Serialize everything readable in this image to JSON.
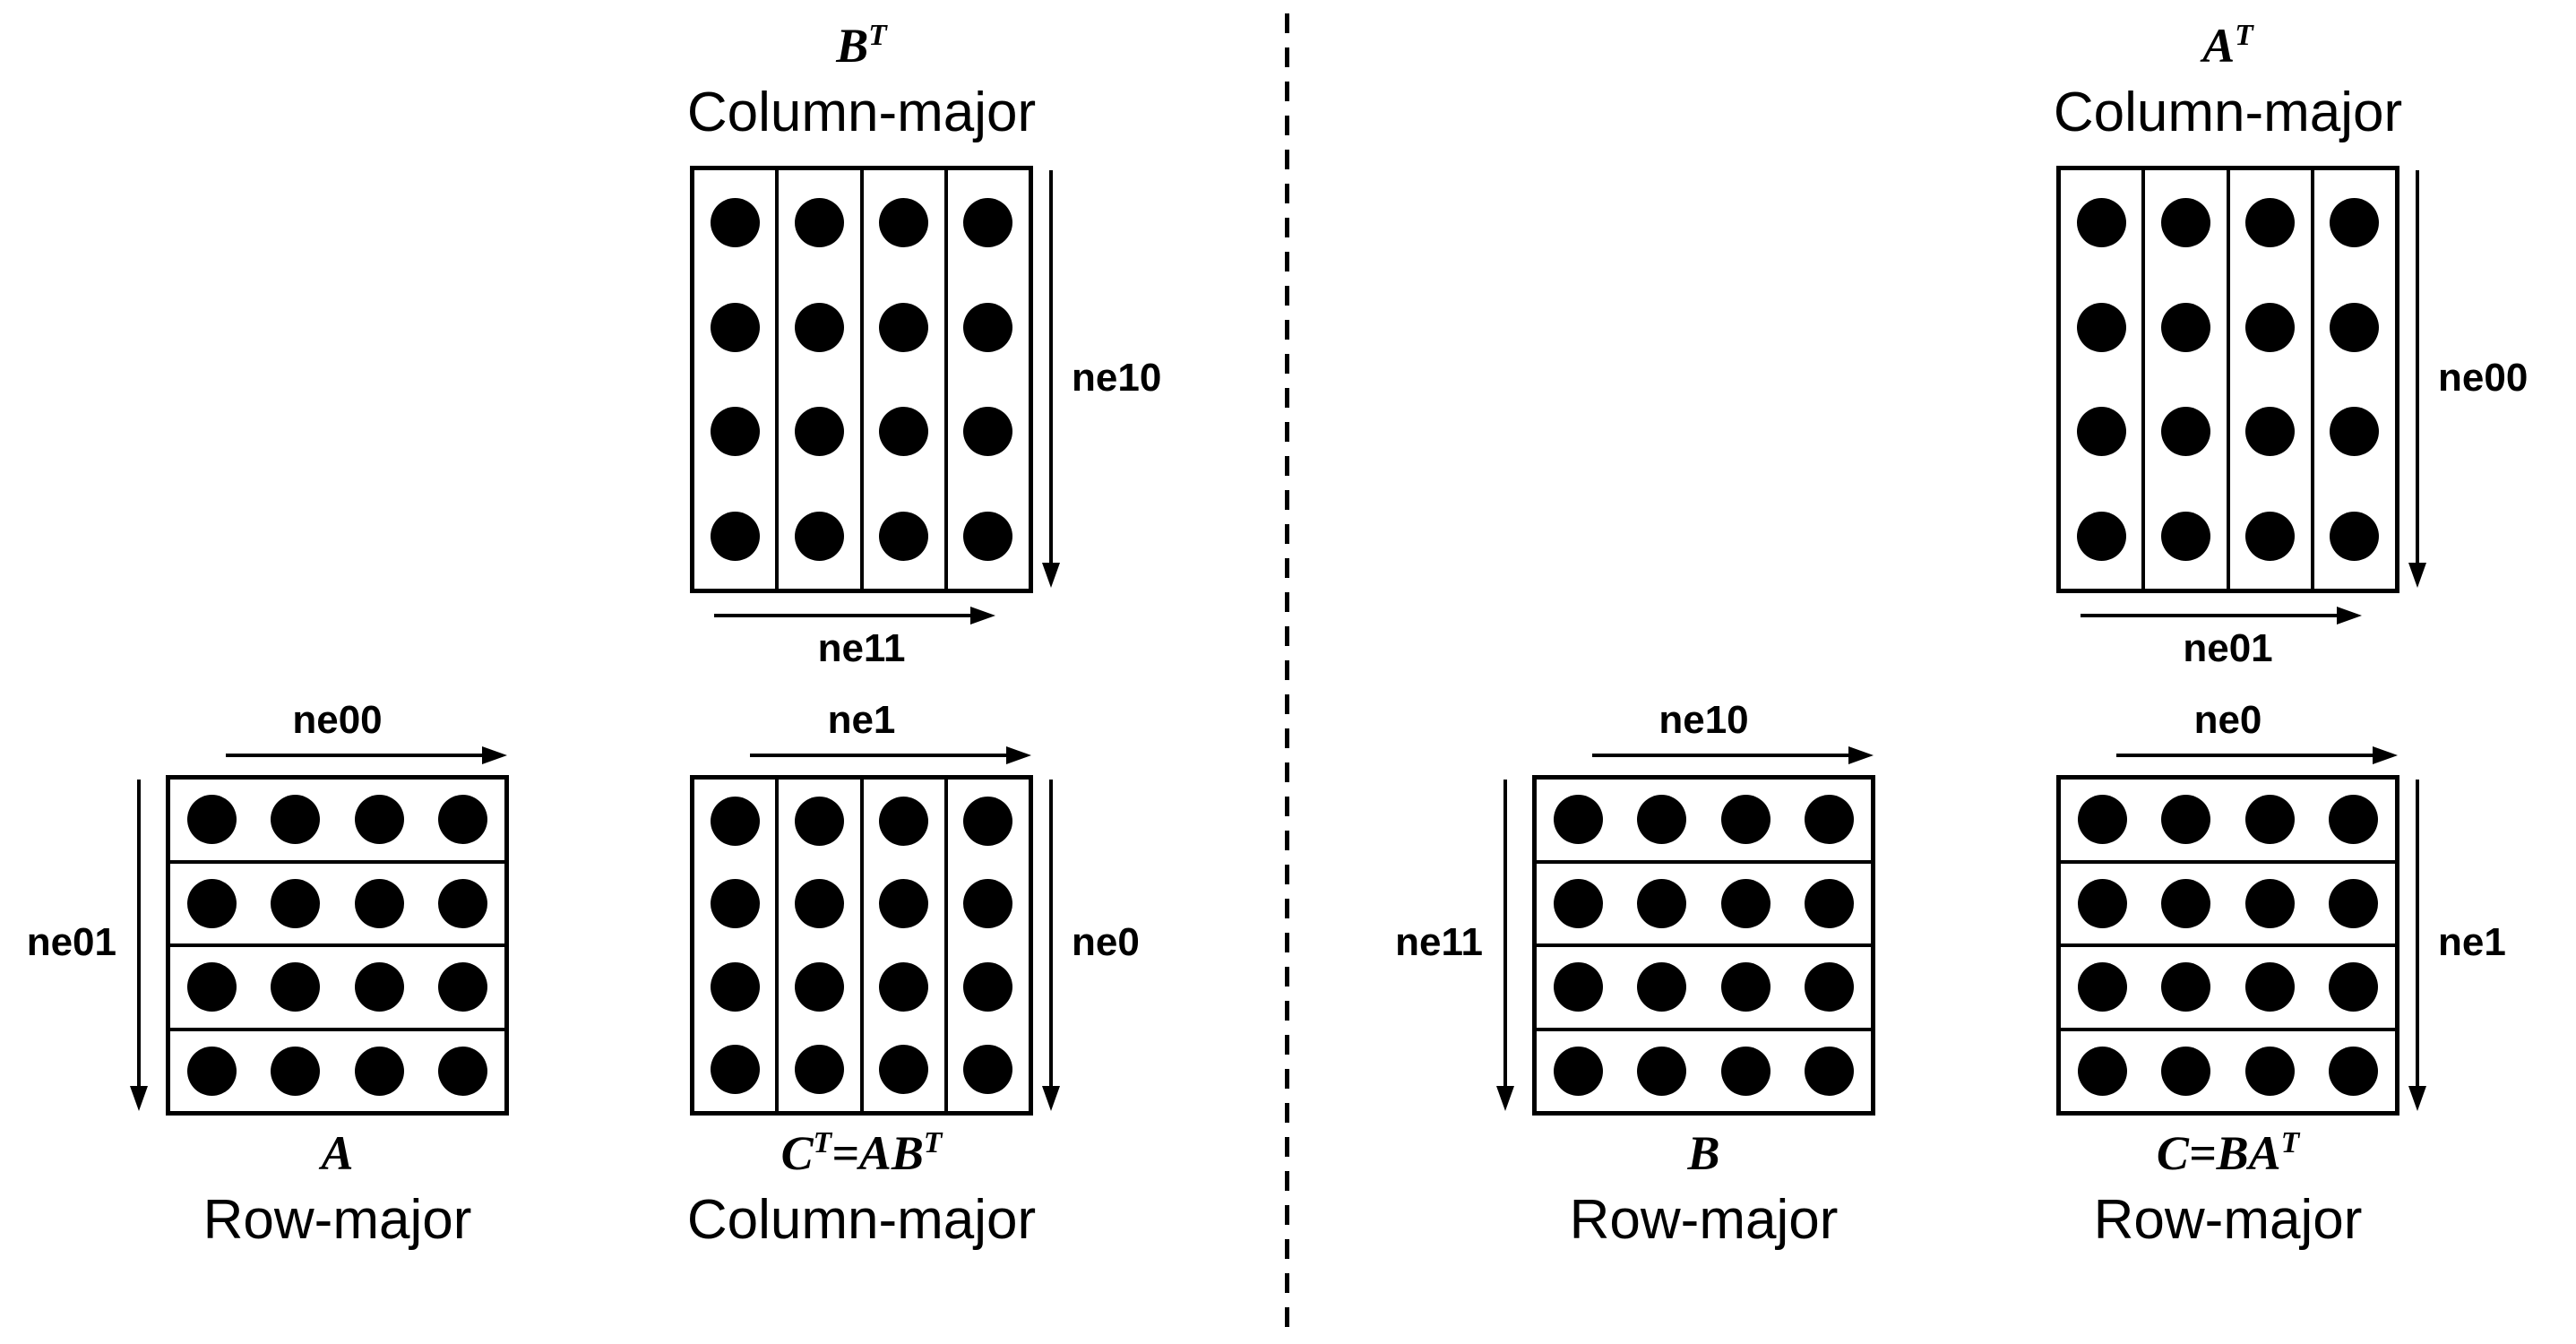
{
  "colors": {
    "ink": "#000000",
    "background": "#ffffff"
  },
  "panels": [
    {
      "id": "left",
      "matrices": [
        {
          "id": "bt",
          "title_parts": [
            {
              "text": "B"
            },
            {
              "text": "T",
              "sup": true
            }
          ],
          "layout_label": "Column-major",
          "orientation": "column",
          "rows": 4,
          "cols": 4,
          "arrows": {
            "right": "ne10",
            "bottom": "ne11"
          }
        },
        {
          "id": "a",
          "title_parts": [
            {
              "text": "A"
            }
          ],
          "layout_label": "Row-major",
          "orientation": "row",
          "rows": 4,
          "cols": 4,
          "arrows": {
            "top": "ne00",
            "left": "ne01"
          }
        },
        {
          "id": "ct",
          "title_parts": [
            {
              "text": "C"
            },
            {
              "text": "T",
              "sup": true
            },
            {
              "text": "=AB"
            },
            {
              "text": "T",
              "sup": true
            }
          ],
          "layout_label": "Column-major",
          "orientation": "column",
          "rows": 4,
          "cols": 4,
          "arrows": {
            "top": "ne1",
            "right": "ne0"
          }
        }
      ]
    },
    {
      "id": "right",
      "matrices": [
        {
          "id": "at",
          "title_parts": [
            {
              "text": "A"
            },
            {
              "text": "T",
              "sup": true
            }
          ],
          "layout_label": "Column-major",
          "orientation": "column",
          "rows": 4,
          "cols": 4,
          "arrows": {
            "right": "ne00",
            "bottom": "ne01"
          }
        },
        {
          "id": "b",
          "title_parts": [
            {
              "text": "B"
            }
          ],
          "layout_label": "Row-major",
          "orientation": "row",
          "rows": 4,
          "cols": 4,
          "arrows": {
            "top": "ne10",
            "left": "ne11"
          }
        },
        {
          "id": "c",
          "title_parts": [
            {
              "text": "C=BA"
            },
            {
              "text": "T",
              "sup": true
            }
          ],
          "layout_label": "Row-major",
          "orientation": "row",
          "rows": 4,
          "cols": 4,
          "arrows": {
            "top": "ne0",
            "right": "ne1"
          }
        }
      ]
    }
  ]
}
